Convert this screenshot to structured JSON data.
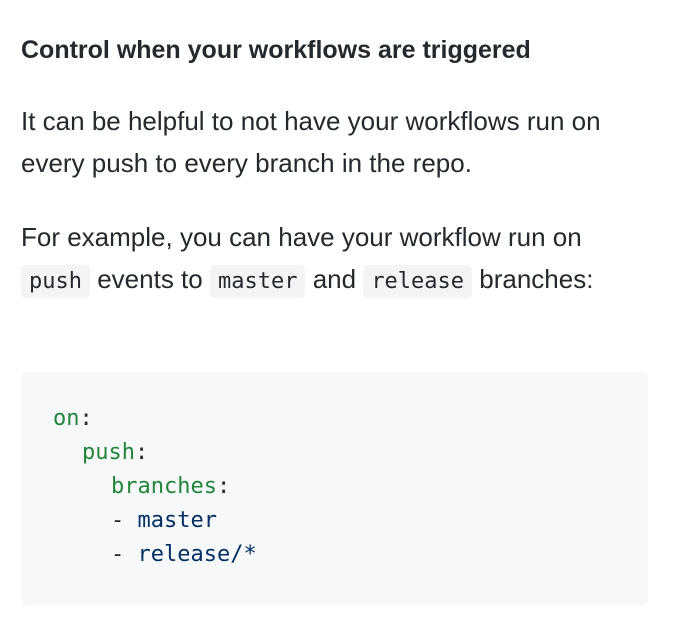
{
  "heading": "Control when your workflows are triggered",
  "paragraph1": "It can be helpful to not have your workflows run on every push to every branch in the repo.",
  "paragraph2": {
    "intro": "For example, you can have your workflow run on",
    "code_push": "push",
    "text_events_to": "events to",
    "code_master": "master",
    "text_and": "and",
    "code_release": "release",
    "text_branches": "branches:"
  },
  "code_block": {
    "line1_key": "on",
    "line2_key": "push",
    "line3_key": "branches",
    "colon": ":",
    "dash": "-",
    "item1": "master",
    "item2": "release/*"
  },
  "colors": {
    "key": "#22863a",
    "value": "#032f62",
    "text": "#24292e",
    "code_bg": "#f6f8fa"
  }
}
